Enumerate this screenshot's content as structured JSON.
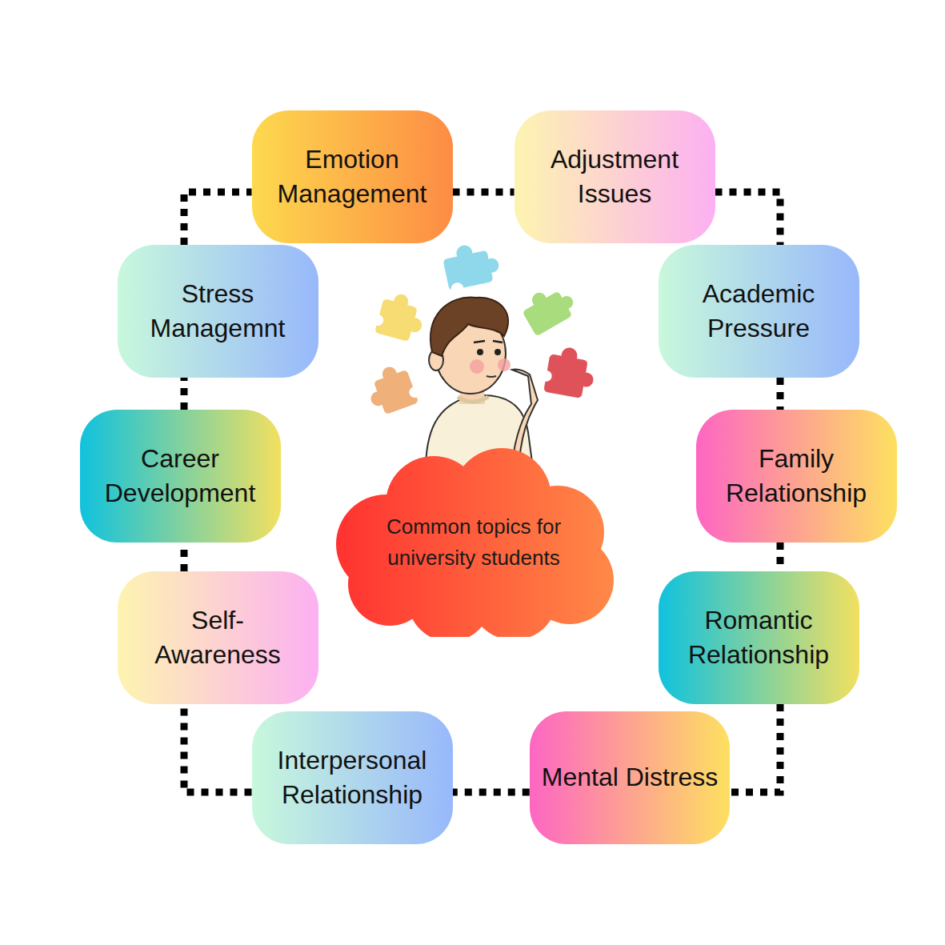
{
  "diagram": {
    "nodes": [
      {
        "text": [
          "Emotion Management"
        ]
      },
      {
        "text": [
          "Adjustment Issues"
        ]
      },
      {
        "text": [
          "Stress Managemnt"
        ]
      },
      {
        "text": [
          "Academic Pressure"
        ]
      },
      {
        "text": [
          "Career Development"
        ]
      },
      {
        "text": [
          "Family Relationship"
        ]
      },
      {
        "text": [
          "Self- Awareness"
        ]
      },
      {
        "text": [
          "Romantic Relationship"
        ]
      },
      {
        "text": [
          "Interpersonal Relationship"
        ]
      },
      {
        "text": [
          "Mental Distress"
        ]
      },
      {
        "text": [
          "Common topics for university students"
        ]
      }
    ],
    "edges": [
      {
        "from": 0,
        "to": 1,
        "arrow": "none"
      },
      {
        "from": 1,
        "to": 3,
        "arrow": "none"
      },
      {
        "from": 3,
        "to": 5,
        "arrow": "none"
      },
      {
        "from": 5,
        "to": 7,
        "arrow": "none"
      },
      {
        "from": 7,
        "to": 9,
        "arrow": "none"
      },
      {
        "from": 9,
        "to": 8,
        "arrow": "none"
      },
      {
        "from": 8,
        "to": 6,
        "arrow": "none"
      },
      {
        "from": 6,
        "to": 4,
        "arrow": "none"
      },
      {
        "from": 4,
        "to": 2,
        "arrow": "none"
      },
      {
        "from": 2,
        "to": 0,
        "arrow": "none"
      }
    ]
  }
}
